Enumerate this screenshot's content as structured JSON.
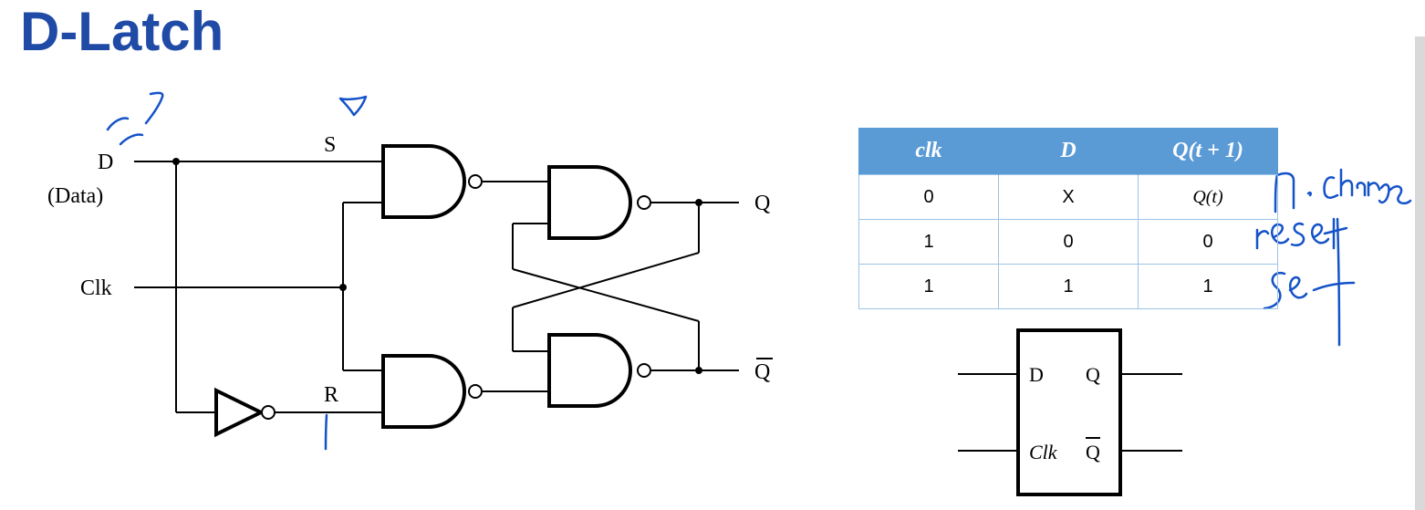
{
  "title": "D-Latch",
  "circuit": {
    "input_d": "D",
    "input_d_note": "(Data)",
    "input_clk": "Clk",
    "label_s": "S",
    "label_r": "R",
    "output_q": "Q",
    "output_qbar": "Q"
  },
  "table": {
    "headers": [
      "clk",
      "D",
      "Q(t + 1)"
    ],
    "rows": [
      [
        "0",
        "X",
        "Q(t)"
      ],
      [
        "1",
        "0",
        "0"
      ],
      [
        "1",
        "1",
        "1"
      ]
    ],
    "header_color": "#5b9bd5"
  },
  "symbol": {
    "pin_d": "D",
    "pin_clk": "Clk",
    "pin_q": "Q",
    "pin_qbar": "Q"
  },
  "annotations": {
    "note_row1": "no change",
    "note_row2": "reset",
    "note_row3": "set",
    "ink_color": "#1452c8"
  }
}
